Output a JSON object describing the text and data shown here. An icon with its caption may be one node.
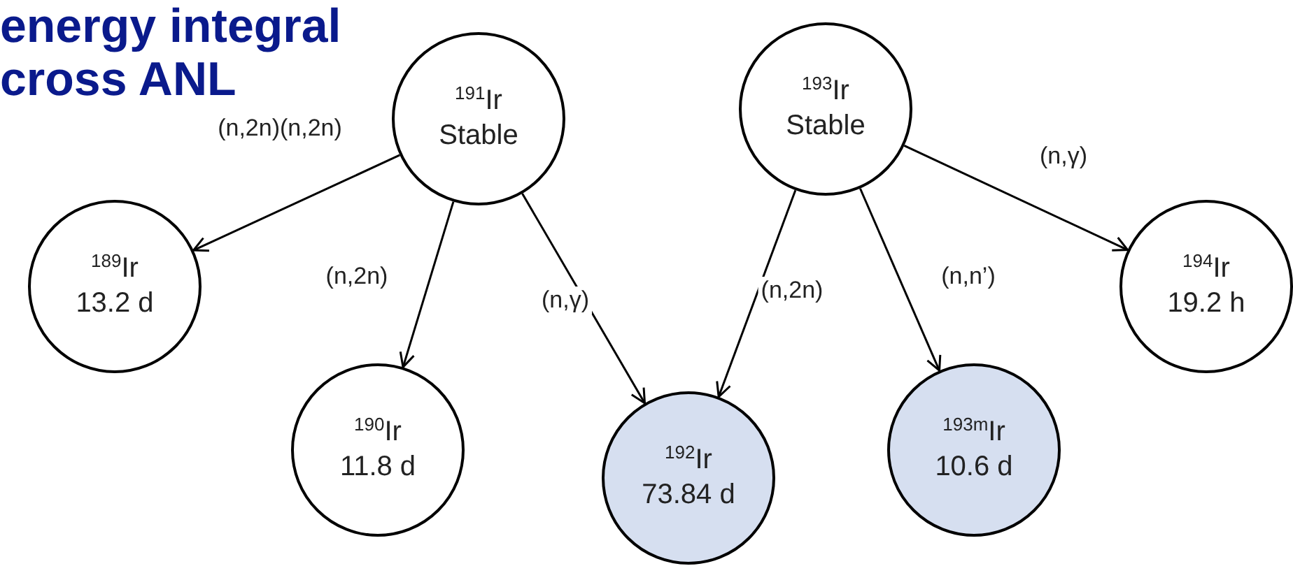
{
  "diagram": {
    "title": "energy integral cross ANL",
    "nodes": [
      {
        "text": [
          "$^{191}$Ir",
          "Stable"
        ]
      },
      {
        "text": [
          "$^{193}$Ir",
          "Stable"
        ]
      },
      {
        "text": [
          "$^{189}$Ir",
          "13.2 d"
        ]
      },
      {
        "text": [
          "$^{190}$Ir",
          "11.8 d"
        ]
      },
      {
        "text": [
          "$^{192}$Ir",
          "73.84 d"
        ]
      },
      {
        "text": [
          "$^{193m}$Ir",
          "10.6 d"
        ]
      },
      {
        "text": [
          "$^{194}$Ir",
          "19.2 h"
        ]
      }
    ],
    "edges": [
      {
        "from": 0,
        "to": 2,
        "arrow": "to",
        "label": "(n,2n)(n,2n)"
      },
      {
        "from": 0,
        "to": 3,
        "arrow": "to",
        "label": "(n,2n)"
      },
      {
        "from": 0,
        "to": 4,
        "arrow": "to",
        "label": "(n,γ)"
      },
      {
        "from": 1,
        "to": 4,
        "arrow": "to",
        "label": "(n,2n)"
      },
      {
        "from": 1,
        "to": 5,
        "arrow": "to",
        "label": "(n,n’)"
      },
      {
        "from": 1,
        "to": 6,
        "arrow": "to",
        "label": "(n,γ)"
      }
    ]
  }
}
